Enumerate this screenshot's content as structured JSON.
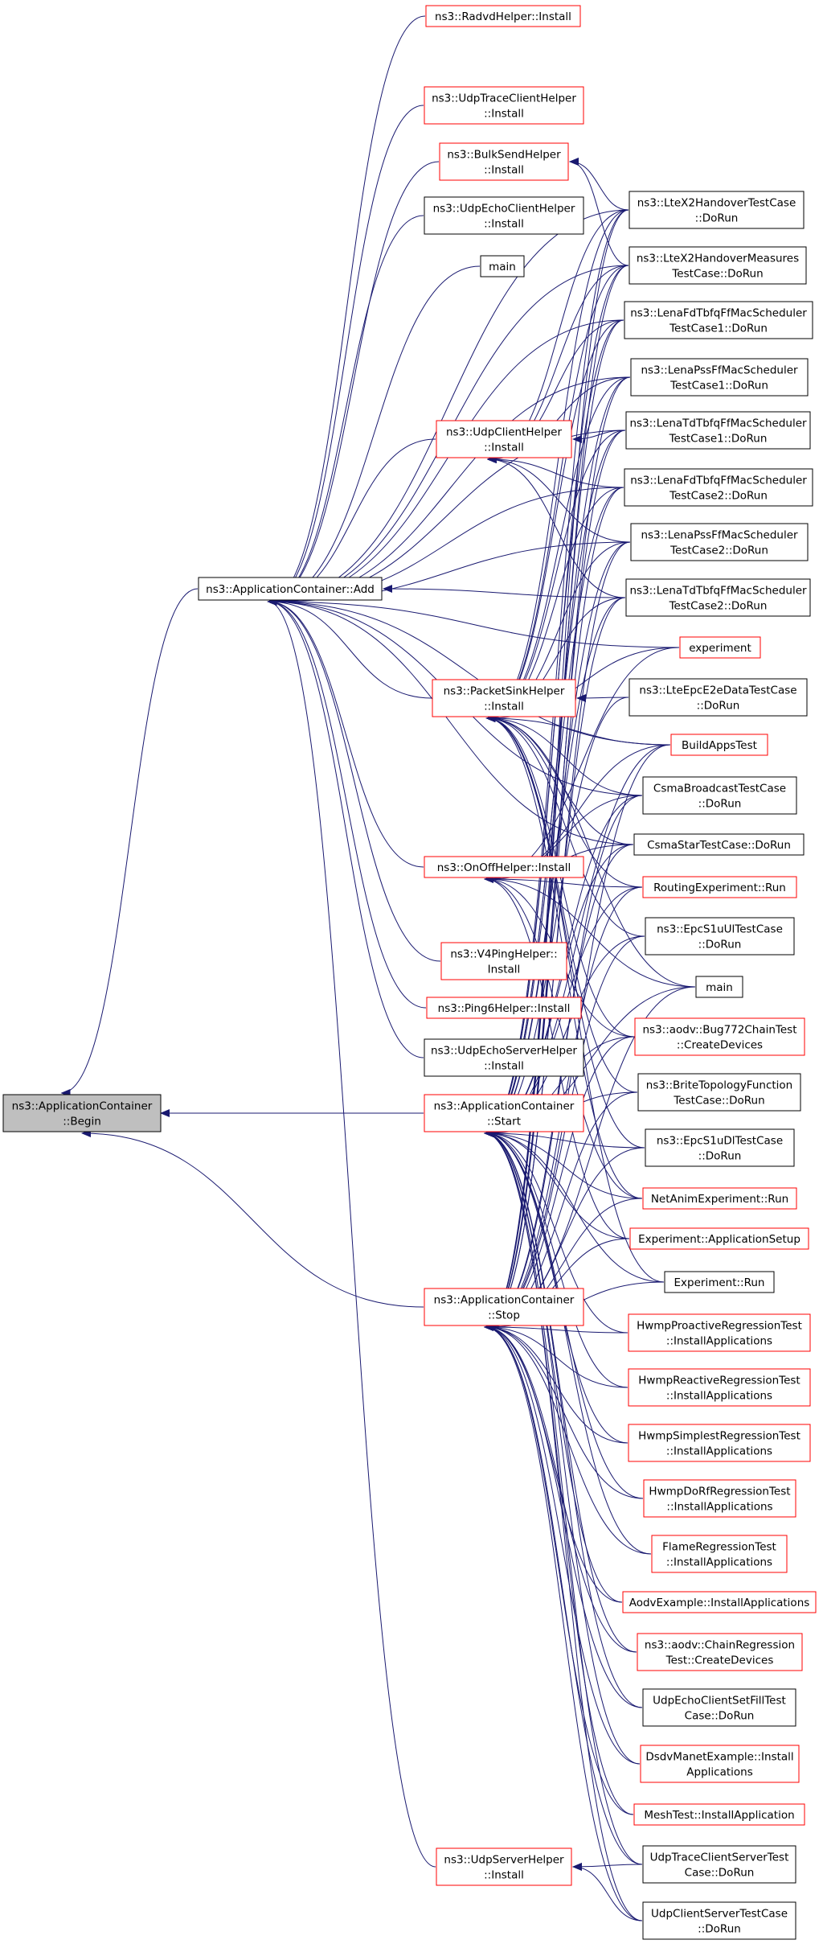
{
  "colors": {
    "edge": "#191970",
    "link_border": "#ff0000",
    "normal_border": "#000000",
    "root_fill": "#bfbfbf",
    "node_fill": "#ffffff"
  },
  "nodes": [
    {
      "id": "begin",
      "lines": [
        "ns3::ApplicationContainer",
        "::Begin"
      ],
      "style": "root"
    },
    {
      "id": "add",
      "lines": [
        "ns3::ApplicationContainer::Add"
      ],
      "style": "normal"
    },
    {
      "id": "start",
      "lines": [
        "ns3::ApplicationContainer",
        "::Start"
      ],
      "style": "link"
    },
    {
      "id": "stop",
      "lines": [
        "ns3::ApplicationContainer",
        "::Stop"
      ],
      "style": "link"
    },
    {
      "id": "radvd",
      "lines": [
        "ns3::RadvdHelper::Install"
      ],
      "style": "link"
    },
    {
      "id": "udptrace_helper",
      "lines": [
        "ns3::UdpTraceClientHelper",
        "::Install"
      ],
      "style": "link"
    },
    {
      "id": "bulksend",
      "lines": [
        "ns3::BulkSendHelper",
        "::Install"
      ],
      "style": "link"
    },
    {
      "id": "udpecho_client",
      "lines": [
        "ns3::UdpEchoClientHelper",
        "::Install"
      ],
      "style": "normal"
    },
    {
      "id": "main_top",
      "lines": [
        "main"
      ],
      "style": "normal"
    },
    {
      "id": "udpclient",
      "lines": [
        "ns3::UdpClientHelper",
        "::Install"
      ],
      "style": "link"
    },
    {
      "id": "packetsink",
      "lines": [
        "ns3::PacketSinkHelper",
        "::Install"
      ],
      "style": "link"
    },
    {
      "id": "onoff",
      "lines": [
        "ns3::OnOffHelper::Install"
      ],
      "style": "link"
    },
    {
      "id": "v4ping",
      "lines": [
        "ns3::V4PingHelper::",
        "Install"
      ],
      "style": "link"
    },
    {
      "id": "ping6",
      "lines": [
        "ns3::Ping6Helper::Install"
      ],
      "style": "link"
    },
    {
      "id": "udpecho_server",
      "lines": [
        "ns3::UdpEchoServerHelper",
        "::Install"
      ],
      "style": "normal"
    },
    {
      "id": "udpserver",
      "lines": [
        "ns3::UdpServerHelper",
        "::Install"
      ],
      "style": "link"
    },
    {
      "id": "ltex2_handover",
      "lines": [
        "ns3::LteX2HandoverTestCase",
        "::DoRun"
      ],
      "style": "normal"
    },
    {
      "id": "ltex2_measures",
      "lines": [
        "ns3::LteX2HandoverMeasures",
        "TestCase::DoRun"
      ],
      "style": "normal"
    },
    {
      "id": "lenafd1",
      "lines": [
        "ns3::LenaFdTbfqFfMacScheduler",
        "TestCase1::DoRun"
      ],
      "style": "normal"
    },
    {
      "id": "lenapss1",
      "lines": [
        "ns3::LenaPssFfMacScheduler",
        "TestCase1::DoRun"
      ],
      "style": "normal"
    },
    {
      "id": "lenatd1",
      "lines": [
        "ns3::LenaTdTbfqFfMacScheduler",
        "TestCase1::DoRun"
      ],
      "style": "normal"
    },
    {
      "id": "lenafd2",
      "lines": [
        "ns3::LenaFdTbfqFfMacScheduler",
        "TestCase2::DoRun"
      ],
      "style": "normal"
    },
    {
      "id": "lenapss2",
      "lines": [
        "ns3::LenaPssFfMacScheduler",
        "TestCase2::DoRun"
      ],
      "style": "normal"
    },
    {
      "id": "lenatd2",
      "lines": [
        "ns3::LenaTdTbfqFfMacScheduler",
        "TestCase2::DoRun"
      ],
      "style": "normal"
    },
    {
      "id": "experiment",
      "lines": [
        "experiment"
      ],
      "style": "link"
    },
    {
      "id": "lteepc",
      "lines": [
        "ns3::LteEpcE2eDataTestCase",
        "::DoRun"
      ],
      "style": "normal"
    },
    {
      "id": "buildapps",
      "lines": [
        "BuildAppsTest"
      ],
      "style": "link"
    },
    {
      "id": "csmabroadcast",
      "lines": [
        "CsmaBroadcastTestCase",
        "::DoRun"
      ],
      "style": "normal"
    },
    {
      "id": "csmastar",
      "lines": [
        "CsmaStarTestCase::DoRun"
      ],
      "style": "normal"
    },
    {
      "id": "routingexp",
      "lines": [
        "RoutingExperiment::Run"
      ],
      "style": "link"
    },
    {
      "id": "epcs1uul",
      "lines": [
        "ns3::EpcS1uUlTestCase",
        "::DoRun"
      ],
      "style": "normal"
    },
    {
      "id": "main_mid",
      "lines": [
        "main"
      ],
      "style": "normal"
    },
    {
      "id": "bug772",
      "lines": [
        "ns3::aodv::Bug772ChainTest",
        "::CreateDevices"
      ],
      "style": "link"
    },
    {
      "id": "brite",
      "lines": [
        "ns3::BriteTopologyFunction",
        "TestCase::DoRun"
      ],
      "style": "normal"
    },
    {
      "id": "epcs1udl",
      "lines": [
        "ns3::EpcS1uDlTestCase",
        "::DoRun"
      ],
      "style": "normal"
    },
    {
      "id": "netanim",
      "lines": [
        "NetAnimExperiment::Run"
      ],
      "style": "link"
    },
    {
      "id": "expappsetup",
      "lines": [
        "Experiment::ApplicationSetup"
      ],
      "style": "link"
    },
    {
      "id": "exprun",
      "lines": [
        "Experiment::Run"
      ],
      "style": "normal"
    },
    {
      "id": "hwmpproactive",
      "lines": [
        "HwmpProactiveRegressionTest",
        "::InstallApplications"
      ],
      "style": "link"
    },
    {
      "id": "hwmpreactive",
      "lines": [
        "HwmpReactiveRegressionTest",
        "::InstallApplications"
      ],
      "style": "link"
    },
    {
      "id": "hwmpsimplest",
      "lines": [
        "HwmpSimplestRegressionTest",
        "::InstallApplications"
      ],
      "style": "link"
    },
    {
      "id": "hwmpdorf",
      "lines": [
        "HwmpDoRfRegressionTest",
        "::InstallApplications"
      ],
      "style": "link"
    },
    {
      "id": "flame",
      "lines": [
        "FlameRegressionTest",
        "::InstallApplications"
      ],
      "style": "link"
    },
    {
      "id": "aodvexample",
      "lines": [
        "AodvExample::InstallApplications"
      ],
      "style": "link"
    },
    {
      "id": "aodvchain",
      "lines": [
        "ns3::aodv::ChainRegression",
        "Test::CreateDevices"
      ],
      "style": "link"
    },
    {
      "id": "udpechofill",
      "lines": [
        "UdpEchoClientSetFillTest",
        "Case::DoRun"
      ],
      "style": "normal"
    },
    {
      "id": "dsdv",
      "lines": [
        "DsdvManetExample::Install",
        "Applications"
      ],
      "style": "link"
    },
    {
      "id": "meshtest",
      "lines": [
        "MeshTest::InstallApplication"
      ],
      "style": "link"
    },
    {
      "id": "udptraceserver",
      "lines": [
        "UdpTraceClientServerTest",
        "Case::DoRun"
      ],
      "style": "normal"
    },
    {
      "id": "udpclientserver",
      "lines": [
        "UdpClientServerTestCase",
        "::DoRun"
      ],
      "style": "normal"
    }
  ],
  "edges": [
    [
      "add",
      "begin"
    ],
    [
      "start",
      "begin"
    ],
    [
      "stop",
      "begin"
    ],
    [
      "radvd",
      "add"
    ],
    [
      "udptrace_helper",
      "add"
    ],
    [
      "bulksend",
      "add"
    ],
    [
      "udpecho_client",
      "add"
    ],
    [
      "main_top",
      "add"
    ],
    [
      "udpclient",
      "add"
    ],
    [
      "packetsink",
      "add"
    ],
    [
      "onoff",
      "add"
    ],
    [
      "v4ping",
      "add"
    ],
    [
      "ping6",
      "add"
    ],
    [
      "udpecho_server",
      "add"
    ],
    [
      "udpserver",
      "add"
    ],
    [
      "ltex2_handover",
      "add"
    ],
    [
      "ltex2_measures",
      "add"
    ],
    [
      "lenafd1",
      "add"
    ],
    [
      "lenapss1",
      "add"
    ],
    [
      "lenatd1",
      "add"
    ],
    [
      "lenafd2",
      "add"
    ],
    [
      "lenapss2",
      "add"
    ],
    [
      "lenatd2",
      "add"
    ],
    [
      "experiment",
      "add"
    ],
    [
      "buildapps",
      "add"
    ],
    [
      "csmabroadcast",
      "add"
    ],
    [
      "csmastar",
      "add"
    ],
    [
      "ltex2_handover",
      "bulksend"
    ],
    [
      "ltex2_measures",
      "bulksend"
    ],
    [
      "ltex2_handover",
      "udpclient"
    ],
    [
      "ltex2_measures",
      "udpclient"
    ],
    [
      "lenafd1",
      "udpclient"
    ],
    [
      "lenapss1",
      "udpclient"
    ],
    [
      "lenatd1",
      "udpclient"
    ],
    [
      "lenafd2",
      "udpclient"
    ],
    [
      "lenapss2",
      "udpclient"
    ],
    [
      "lenatd2",
      "udpclient"
    ],
    [
      "ltex2_handover",
      "packetsink"
    ],
    [
      "ltex2_measures",
      "packetsink"
    ],
    [
      "lenafd1",
      "packetsink"
    ],
    [
      "lenapss1",
      "packetsink"
    ],
    [
      "lenatd1",
      "packetsink"
    ],
    [
      "lenafd2",
      "packetsink"
    ],
    [
      "lenapss2",
      "packetsink"
    ],
    [
      "lenatd2",
      "packetsink"
    ],
    [
      "experiment",
      "packetsink"
    ],
    [
      "lteepc",
      "packetsink"
    ],
    [
      "buildapps",
      "packetsink"
    ],
    [
      "csmabroadcast",
      "packetsink"
    ],
    [
      "csmastar",
      "packetsink"
    ],
    [
      "routingexp",
      "packetsink"
    ],
    [
      "epcs1uul",
      "packetsink"
    ],
    [
      "main_mid",
      "packetsink"
    ],
    [
      "bug772",
      "packetsink"
    ],
    [
      "brite",
      "packetsink"
    ],
    [
      "epcs1udl",
      "packetsink"
    ],
    [
      "netanim",
      "packetsink"
    ],
    [
      "exprun",
      "packetsink"
    ],
    [
      "experiment",
      "onoff"
    ],
    [
      "buildapps",
      "onoff"
    ],
    [
      "csmabroadcast",
      "onoff"
    ],
    [
      "csmastar",
      "onoff"
    ],
    [
      "routingexp",
      "onoff"
    ],
    [
      "main_mid",
      "onoff"
    ],
    [
      "bug772",
      "onoff"
    ],
    [
      "netanim",
      "onoff"
    ],
    [
      "expappsetup",
      "onoff"
    ],
    [
      "ltex2_handover",
      "start"
    ],
    [
      "ltex2_measures",
      "start"
    ],
    [
      "lenafd1",
      "start"
    ],
    [
      "lenapss1",
      "start"
    ],
    [
      "lenatd1",
      "start"
    ],
    [
      "lenafd2",
      "start"
    ],
    [
      "lenapss2",
      "start"
    ],
    [
      "lenatd2",
      "start"
    ],
    [
      "lteepc",
      "start"
    ],
    [
      "buildapps",
      "start"
    ],
    [
      "csmabroadcast",
      "start"
    ],
    [
      "csmastar",
      "start"
    ],
    [
      "routingexp",
      "start"
    ],
    [
      "epcs1uul",
      "start"
    ],
    [
      "main_mid",
      "start"
    ],
    [
      "bug772",
      "start"
    ],
    [
      "brite",
      "start"
    ],
    [
      "epcs1udl",
      "start"
    ],
    [
      "netanim",
      "start"
    ],
    [
      "expappsetup",
      "start"
    ],
    [
      "exprun",
      "start"
    ],
    [
      "hwmpproactive",
      "start"
    ],
    [
      "hwmpreactive",
      "start"
    ],
    [
      "hwmpsimplest",
      "start"
    ],
    [
      "hwmpdorf",
      "start"
    ],
    [
      "flame",
      "start"
    ],
    [
      "aodvexample",
      "start"
    ],
    [
      "aodvchain",
      "start"
    ],
    [
      "udpechofill",
      "start"
    ],
    [
      "dsdv",
      "start"
    ],
    [
      "meshtest",
      "start"
    ],
    [
      "udptraceserver",
      "start"
    ],
    [
      "udpclientserver",
      "start"
    ],
    [
      "ltex2_handover",
      "stop"
    ],
    [
      "ltex2_measures",
      "stop"
    ],
    [
      "lenafd1",
      "stop"
    ],
    [
      "lenapss1",
      "stop"
    ],
    [
      "lenatd1",
      "stop"
    ],
    [
      "lenafd2",
      "stop"
    ],
    [
      "lenapss2",
      "stop"
    ],
    [
      "lenatd2",
      "stop"
    ],
    [
      "buildapps",
      "stop"
    ],
    [
      "csmabroadcast",
      "stop"
    ],
    [
      "csmastar",
      "stop"
    ],
    [
      "routingexp",
      "stop"
    ],
    [
      "epcs1uul",
      "stop"
    ],
    [
      "main_mid",
      "stop"
    ],
    [
      "bug772",
      "stop"
    ],
    [
      "brite",
      "stop"
    ],
    [
      "epcs1udl",
      "stop"
    ],
    [
      "netanim",
      "stop"
    ],
    [
      "expappsetup",
      "stop"
    ],
    [
      "exprun",
      "stop"
    ],
    [
      "hwmpproactive",
      "stop"
    ],
    [
      "hwmpreactive",
      "stop"
    ],
    [
      "hwmpsimplest",
      "stop"
    ],
    [
      "hwmpdorf",
      "stop"
    ],
    [
      "flame",
      "stop"
    ],
    [
      "aodvexample",
      "stop"
    ],
    [
      "aodvchain",
      "stop"
    ],
    [
      "udpechofill",
      "stop"
    ],
    [
      "dsdv",
      "stop"
    ],
    [
      "meshtest",
      "stop"
    ],
    [
      "udptraceserver",
      "stop"
    ],
    [
      "udpclientserver",
      "stop"
    ],
    [
      "udptraceserver",
      "udpserver"
    ],
    [
      "udpclientserver",
      "udpserver"
    ]
  ]
}
